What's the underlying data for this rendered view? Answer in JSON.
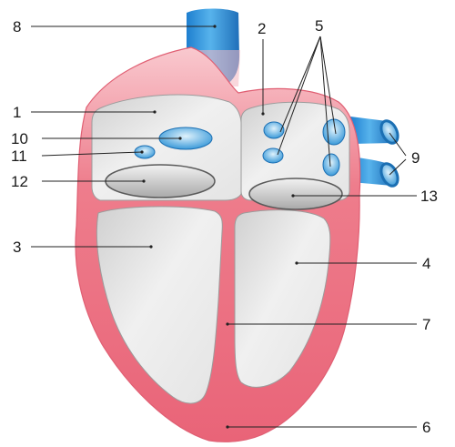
{
  "colors": {
    "muscle": "#ec6f80",
    "muscle_light": "#f8c4cb",
    "chamber": "#e9e9e9",
    "chamber_shade": "#c8c8c8",
    "vessel": "#2a8fd8",
    "vessel_light": "#bfe4f7",
    "line": "#222222"
  },
  "labels": {
    "l1": "1",
    "l2": "2",
    "l3": "3",
    "l4": "4",
    "l5": "5",
    "l6": "6",
    "l7": "7",
    "l8": "8",
    "l9": "9",
    "l10": "10",
    "l11": "11",
    "l12": "12",
    "l13": "13"
  }
}
